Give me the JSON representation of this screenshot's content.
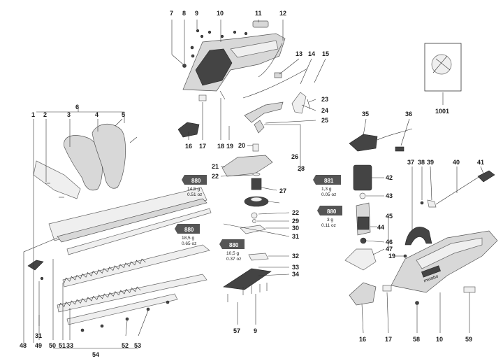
{
  "diagram": {
    "labels": [
      {
        "id": "l7",
        "text": "7"
      },
      {
        "id": "l8",
        "text": "8"
      },
      {
        "id": "l9",
        "text": "9"
      },
      {
        "id": "l10",
        "text": "10"
      },
      {
        "id": "l11",
        "text": "11"
      },
      {
        "id": "l12",
        "text": "12"
      },
      {
        "id": "l13",
        "text": "13"
      },
      {
        "id": "l14",
        "text": "14"
      },
      {
        "id": "l15",
        "text": "15"
      },
      {
        "id": "l6",
        "text": "6"
      },
      {
        "id": "l1",
        "text": "1"
      },
      {
        "id": "l2",
        "text": "2"
      },
      {
        "id": "l3",
        "text": "3"
      },
      {
        "id": "l4",
        "text": "4"
      },
      {
        "id": "l5",
        "text": "5"
      },
      {
        "id": "l16a",
        "text": "16"
      },
      {
        "id": "l17a",
        "text": "17"
      },
      {
        "id": "l18",
        "text": "18"
      },
      {
        "id": "l19a",
        "text": "19"
      },
      {
        "id": "l20",
        "text": "20"
      },
      {
        "id": "l21",
        "text": "21"
      },
      {
        "id": "l22a",
        "text": "22"
      },
      {
        "id": "l22b",
        "text": "22"
      },
      {
        "id": "l23",
        "text": "23"
      },
      {
        "id": "l24",
        "text": "24"
      },
      {
        "id": "l25",
        "text": "25"
      },
      {
        "id": "l26",
        "text": "26"
      },
      {
        "id": "l27",
        "text": "27"
      },
      {
        "id": "l28",
        "text": "28"
      },
      {
        "id": "l29",
        "text": "29"
      },
      {
        "id": "l30",
        "text": "30"
      },
      {
        "id": "l31a",
        "text": "31"
      },
      {
        "id": "l32",
        "text": "32"
      },
      {
        "id": "l33a",
        "text": "33"
      },
      {
        "id": "l34",
        "text": "34"
      },
      {
        "id": "l57",
        "text": "57"
      },
      {
        "id": "l9b",
        "text": "9"
      },
      {
        "id": "l35",
        "text": "35"
      },
      {
        "id": "l36",
        "text": "36"
      },
      {
        "id": "l1001",
        "text": "1001"
      },
      {
        "id": "l37",
        "text": "37"
      },
      {
        "id": "l38",
        "text": "38"
      },
      {
        "id": "l39",
        "text": "39"
      },
      {
        "id": "l40",
        "text": "40"
      },
      {
        "id": "l41",
        "text": "41"
      },
      {
        "id": "l42",
        "text": "42"
      },
      {
        "id": "l43",
        "text": "43"
      },
      {
        "id": "l44",
        "text": "44"
      },
      {
        "id": "l45",
        "text": "45"
      },
      {
        "id": "l46",
        "text": "46"
      },
      {
        "id": "l47",
        "text": "47"
      },
      {
        "id": "l19b",
        "text": "19"
      },
      {
        "id": "l16b",
        "text": "16"
      },
      {
        "id": "l17b",
        "text": "17"
      },
      {
        "id": "l58",
        "text": "58"
      },
      {
        "id": "l10b",
        "text": "10"
      },
      {
        "id": "l59",
        "text": "59"
      },
      {
        "id": "l48",
        "text": "48"
      },
      {
        "id": "l49",
        "text": "49"
      },
      {
        "id": "l50",
        "text": "50"
      },
      {
        "id": "l51",
        "text": "51"
      },
      {
        "id": "l33b",
        "text": "33"
      },
      {
        "id": "l52",
        "text": "52"
      },
      {
        "id": "l53",
        "text": "53"
      },
      {
        "id": "l54",
        "text": "54"
      },
      {
        "id": "l31b",
        "text": "31"
      }
    ],
    "lubricants": [
      {
        "id": "t1",
        "code": "880",
        "grams": "14,5 g",
        "ounces": "0.51 oz"
      },
      {
        "id": "t2",
        "code": "881",
        "grams": "1,3 g",
        "ounces": "0.05 oz"
      },
      {
        "id": "t3",
        "code": "880",
        "grams": "3 g",
        "ounces": "0.11 oz"
      },
      {
        "id": "t4",
        "code": "880",
        "grams": "18,5 g",
        "ounces": "0.65 oz"
      },
      {
        "id": "t5",
        "code": "880",
        "grams": "10,5 g",
        "ounces": "0.37 oz"
      }
    ],
    "brand_text": "metabo",
    "colors": {
      "line": "#333333",
      "part": "#d8d8d8",
      "dark": "#444444",
      "tag": "#555555"
    }
  }
}
